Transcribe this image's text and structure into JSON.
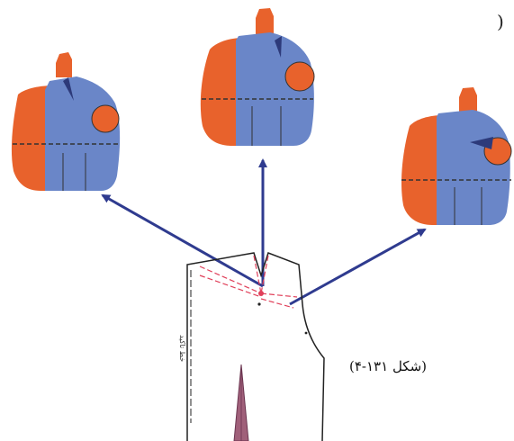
{
  "figure": {
    "corner_mark": ")",
    "caption": "(شکل ۱۳۱-۴)",
    "pattern_vertical_label": "خط تاکید",
    "colors": {
      "torso_orange": "#e8622c",
      "torso_blue": "#6a86c8",
      "arrow_blue": "#2f3b8f",
      "dart_red": "#e0405a",
      "pattern_line": "#222222",
      "waist_dart": "#a0607a"
    },
    "mannequins": [
      {
        "name": "left-mannequin",
        "dart_direction": "neckline"
      },
      {
        "name": "center-mannequin",
        "dart_direction": "shoulder"
      },
      {
        "name": "right-mannequin",
        "dart_direction": "armhole"
      }
    ]
  }
}
